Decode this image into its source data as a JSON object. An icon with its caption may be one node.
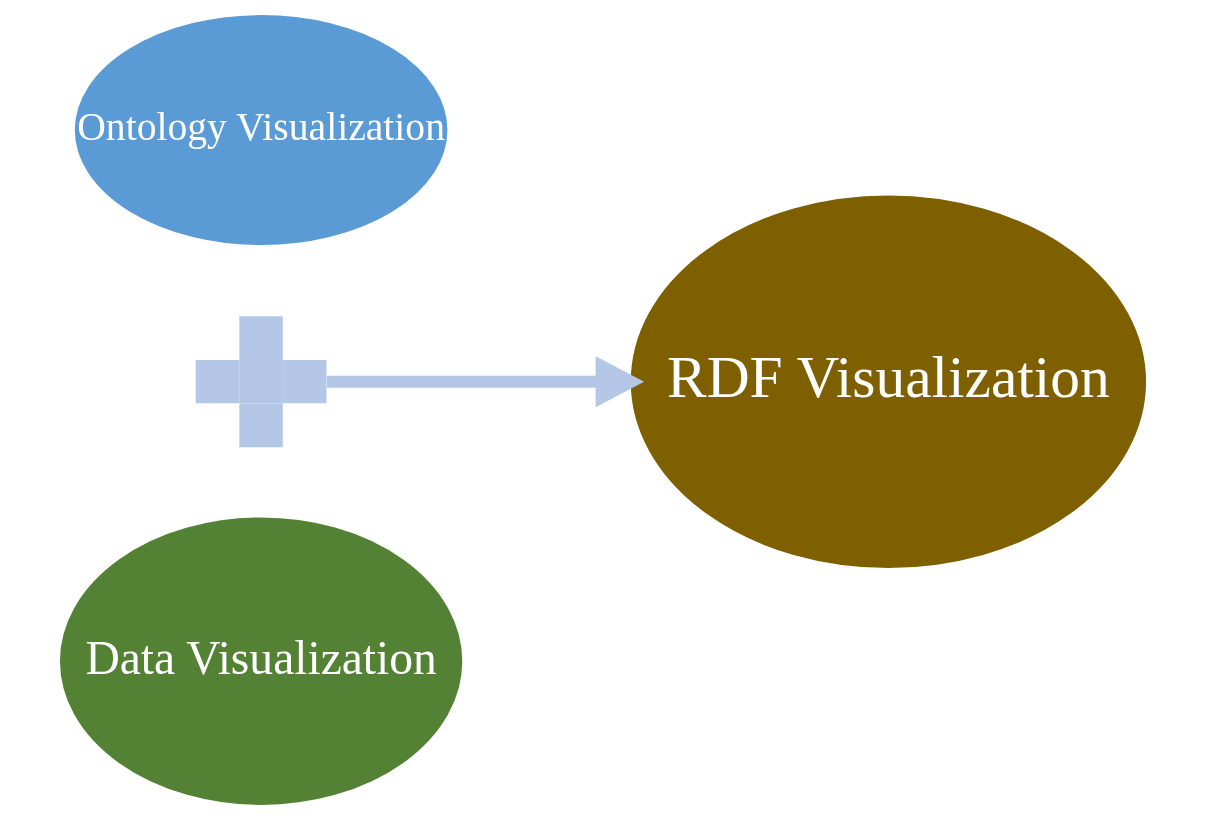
{
  "diagram": {
    "nodes": [
      {
        "text": [
          "Ontology Visualization"
        ]
      },
      {
        "text": [],
        "shape": "plus"
      },
      {
        "text": [
          "Data Visualization"
        ]
      },
      {
        "text": [
          "RDF Visualization"
        ]
      }
    ],
    "edges": [
      {
        "from": 1,
        "to": 3,
        "arrow": "to"
      }
    ]
  }
}
